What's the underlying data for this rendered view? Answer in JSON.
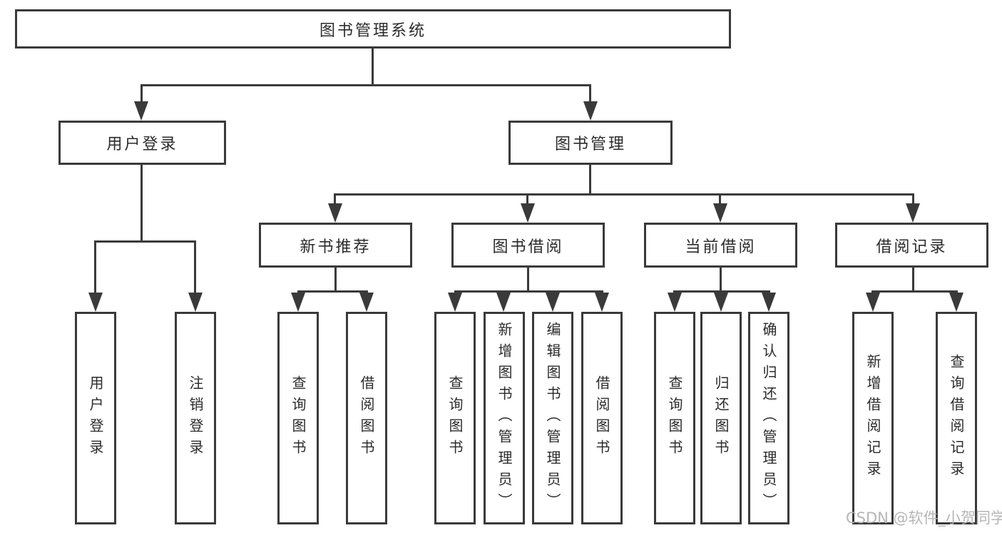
{
  "diagram": {
    "root": {
      "label": "图书管理系统"
    },
    "children": [
      {
        "label": "用户登录",
        "children": [
          {
            "label": "用户登录"
          },
          {
            "label": "注销登录"
          }
        ]
      },
      {
        "label": "图书管理",
        "children": [
          {
            "label": "新书推荐",
            "children": [
              {
                "label": "查询图书"
              },
              {
                "label": "借阅图书"
              }
            ]
          },
          {
            "label": "图书借阅",
            "children": [
              {
                "label": "查询图书"
              },
              {
                "label": "新增图书（管理员）"
              },
              {
                "label": "编辑图书（管理员）"
              },
              {
                "label": "借阅图书"
              }
            ]
          },
          {
            "label": "当前借阅",
            "children": [
              {
                "label": "查询图书"
              },
              {
                "label": "归还图书"
              },
              {
                "label": "确认归还（管理员）"
              }
            ]
          },
          {
            "label": "借阅记录",
            "children": [
              {
                "label": "新增借阅记录"
              },
              {
                "label": "查询借阅记录"
              }
            ]
          }
        ]
      }
    ]
  },
  "watermark": {
    "text": "CSDN @软件_小贺同学"
  },
  "colors": {
    "line": "#3a3a3a",
    "text": "#2b2b2b",
    "background": "#ffffff",
    "watermark": "#b2b2b2"
  }
}
